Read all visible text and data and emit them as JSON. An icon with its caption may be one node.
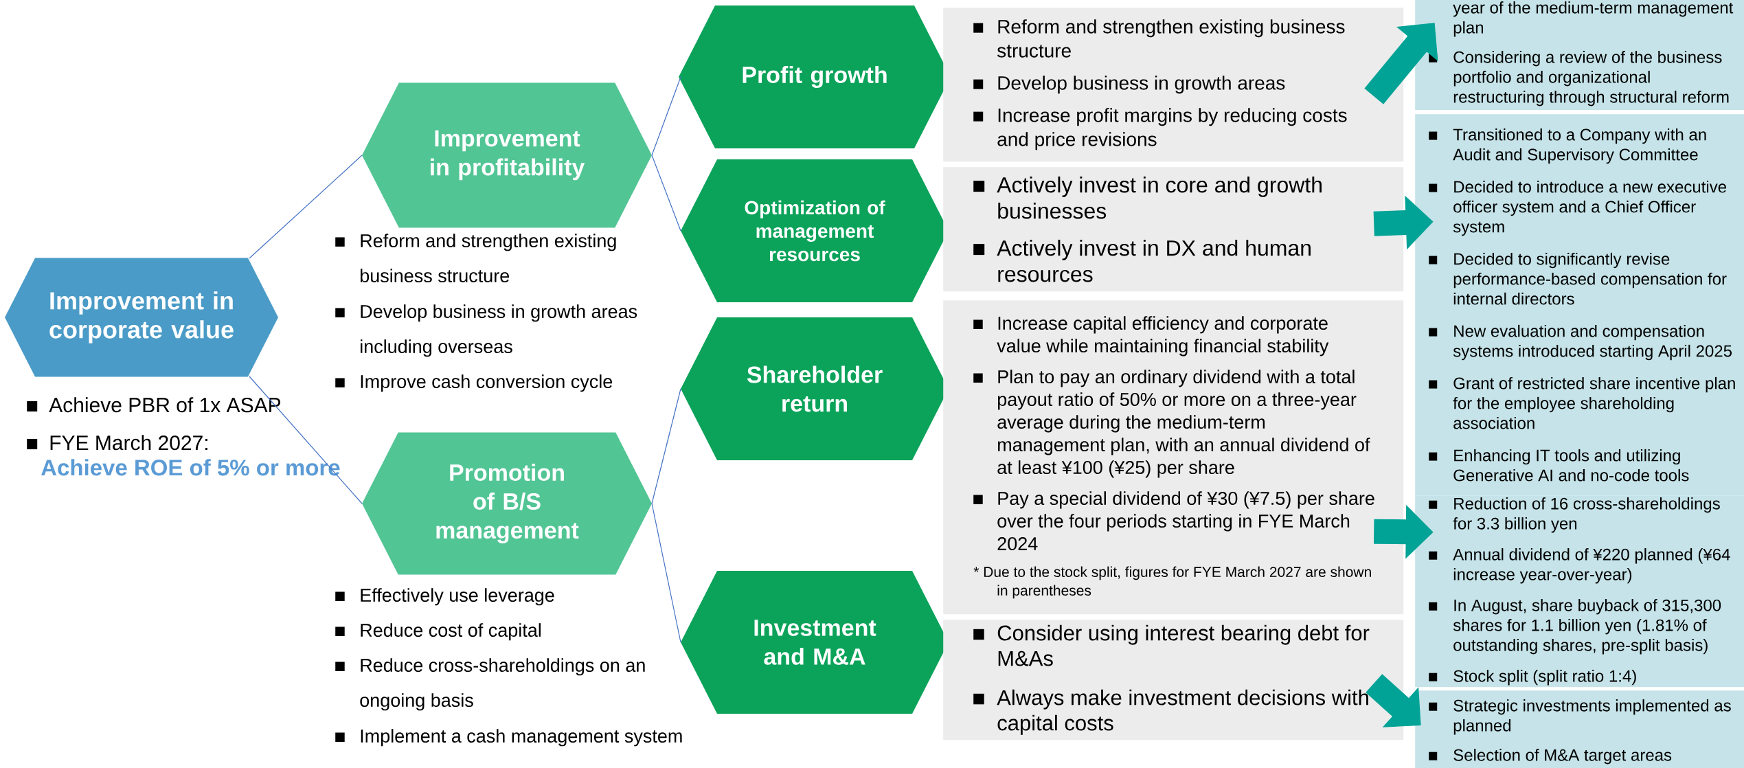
{
  "diagram": {
    "nodes": [
      {
        "text": [
          "Improvement in corporate value"
        ],
        "beside": [
          "Achieve PBR of 1x ASAP",
          "FYE March 2027:",
          "Achieve ROE of 5% or more"
        ]
      },
      {
        "text": [
          "Improvement in profitability"
        ],
        "beside": [
          "Reform and strengthen existing business structure",
          "Develop business in growth areas including overseas",
          "Improve cash conversion cycle"
        ]
      },
      {
        "text": [
          "Promotion of B/S management"
        ],
        "beside": [
          "Effectively use leverage",
          "Reduce cost of capital",
          "Reduce cross-shareholdings on an ongoing basis",
          "Implement a cash management system"
        ]
      },
      {
        "text": [
          "Profit growth"
        ]
      },
      {
        "text": [
          "Optimization of management resources"
        ]
      },
      {
        "text": [
          "Shareholder return"
        ]
      },
      {
        "text": [
          "Investment and M&A"
        ]
      },
      {
        "text": [
          "Reform and strengthen existing business structure",
          "Develop business in growth areas",
          "Increase profit margins by reducing costs and price revisions"
        ]
      },
      {
        "text": [
          "Actively invest in core and growth businesses",
          "Actively invest in DX and human resources"
        ]
      },
      {
        "text": [
          "Increase capital efficiency and corporate value while maintaining financial stability",
          "Plan to pay an ordinary dividend with a total payout ratio of 50% or more on a three-year average during the medium-term management plan, with an annual dividend of at least ¥100 (¥25) per share",
          "Pay a special dividend of ¥30 (¥7.5) per share over the four periods starting in FYE March 2024",
          "* Due to the stock split, figures for FYE March 2027 are shown in parentheses"
        ]
      },
      {
        "text": [
          "Consider using interest bearing debt for M&As",
          "Always make investment decisions with capital costs"
        ]
      },
      {
        "text": [
          "year of the medium-term management plan",
          "Considering a review of the business portfolio and organizational restructuring through structural reform"
        ]
      },
      {
        "text": [
          "Transitioned to a Company with an Audit and Supervisory Committee",
          "Decided to introduce a new executive officer system and a Chief Officer system",
          "Decided to significantly revise performance-based compensation for internal directors",
          "New evaluation and compensation systems introduced starting April 2025",
          "Grant of restricted share incentive plan for the employee shareholding association",
          "Enhancing IT tools and utilizing Generative AI and no-code tools"
        ]
      },
      {
        "text": [
          "Reduction of 16 cross-shareholdings for 3.3 billion yen",
          "Annual dividend of ¥220 planned (¥64 increase year-over-year)",
          "In August, share buyback of 315,300 shares for 1.1 billion yen (1.81% of outstanding shares, pre-split basis)",
          "Stock split (split ratio 1:4)"
        ]
      },
      {
        "text": [
          "Strategic investments implemented as planned",
          "Selection of M&A target areas"
        ]
      }
    ],
    "edges": [
      {
        "from": 0,
        "to": 1,
        "arrow": "none"
      },
      {
        "from": 0,
        "to": 2,
        "arrow": "none"
      },
      {
        "from": 1,
        "to": 3,
        "arrow": "none"
      },
      {
        "from": 1,
        "to": 4,
        "arrow": "none"
      },
      {
        "from": 2,
        "to": 5,
        "arrow": "none"
      },
      {
        "from": 2,
        "to": 6,
        "arrow": "none"
      },
      {
        "from": 7,
        "to": 11,
        "arrow": "to",
        "style": "thick",
        "color": "#00a396"
      },
      {
        "from": 8,
        "to": 12,
        "arrow": "to",
        "style": "thick",
        "color": "#00a396"
      },
      {
        "from": 9,
        "to": 13,
        "arrow": "to",
        "style": "thick",
        "color": "#00a396"
      },
      {
        "from": 10,
        "to": 14,
        "arrow": "to",
        "style": "thick",
        "color": "#00a396"
      }
    ]
  }
}
